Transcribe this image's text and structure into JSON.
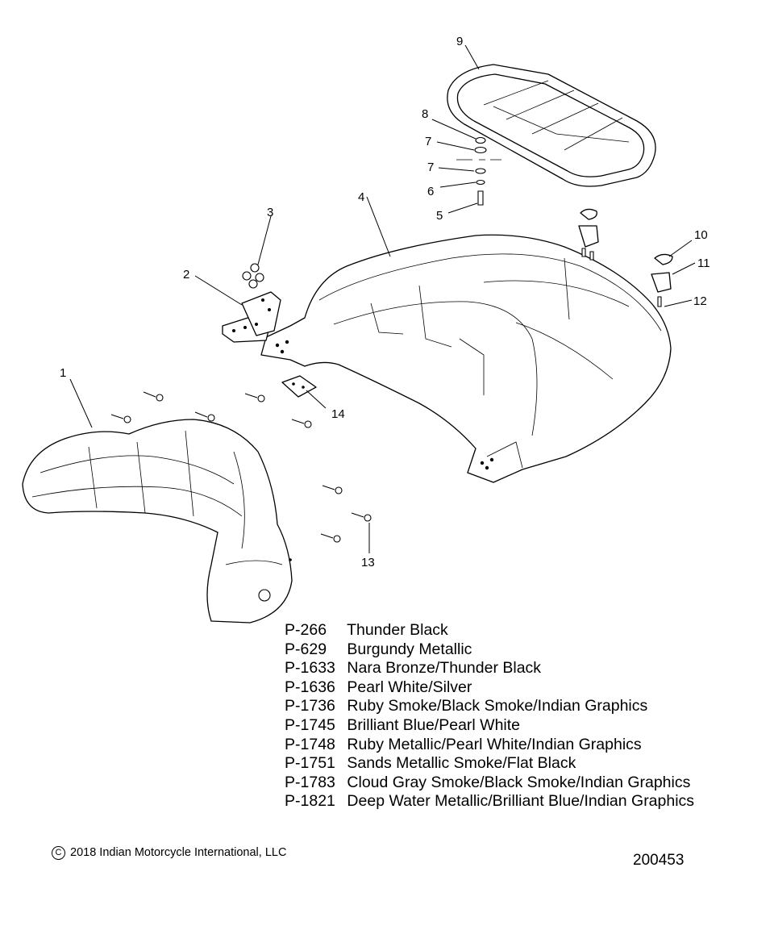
{
  "callouts": {
    "c1": "1",
    "c2": "2",
    "c3": "3",
    "c4": "4",
    "c5": "5",
    "c6": "6",
    "c7a": "7",
    "c7b": "7",
    "c8": "8",
    "c9": "9",
    "c10": "10",
    "c11": "11",
    "c12": "12",
    "c13": "13",
    "c14": "14"
  },
  "paint_codes": [
    {
      "code": "P-266",
      "name": "Thunder Black"
    },
    {
      "code": "P-629",
      "name": "Burgundy Metallic"
    },
    {
      "code": "P-1633",
      "name": "Nara Bronze/Thunder Black"
    },
    {
      "code": "P-1636",
      "name": "Pearl White/Silver"
    },
    {
      "code": "P-1736",
      "name": "Ruby Smoke/Black Smoke/Indian Graphics"
    },
    {
      "code": "P-1745",
      "name": "Brilliant Blue/Pearl White"
    },
    {
      "code": "P-1748",
      "name": "Ruby Metallic/Pearl White/Indian Graphics"
    },
    {
      "code": "P-1751",
      "name": "Sands Metallic Smoke/Flat Black"
    },
    {
      "code": "P-1783",
      "name": "Cloud Gray Smoke/Black Smoke/Indian Graphics"
    },
    {
      "code": "P-1821",
      "name": "Deep Water Metallic/Brilliant Blue/Indian Graphics"
    }
  ],
  "footer": {
    "copyright_symbol": "C",
    "copyright_text": "2018 Indian Motorcycle International, LLC",
    "drawing_number": "200453"
  }
}
